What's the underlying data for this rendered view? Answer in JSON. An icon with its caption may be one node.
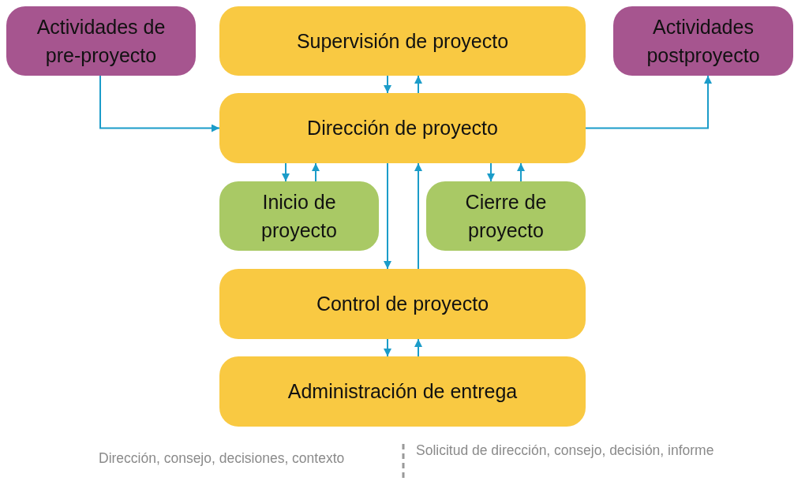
{
  "diagram": {
    "nodes": [
      {
        "text": [
          "Actividades de pre-proyecto"
        ]
      },
      {
        "text": [
          "Supervisión de proyecto"
        ]
      },
      {
        "text": [
          "Actividades postproyecto"
        ]
      },
      {
        "text": [
          "Dirección de proyecto"
        ]
      },
      {
        "text": [
          "Inicio de proyecto"
        ]
      },
      {
        "text": [
          "Cierre de proyecto"
        ]
      },
      {
        "text": [
          "Control de proyecto"
        ]
      },
      {
        "text": [
          "Administración de entrega"
        ]
      }
    ],
    "edges": [
      {
        "from": 1,
        "to": 3,
        "arrow": "to"
      },
      {
        "from": 3,
        "to": 1,
        "arrow": "to"
      },
      {
        "from": 0,
        "to": 3,
        "arrow": "to"
      },
      {
        "from": 3,
        "to": 2,
        "arrow": "to"
      },
      {
        "from": 3,
        "to": 4,
        "arrow": "to"
      },
      {
        "from": 4,
        "to": 3,
        "arrow": "to"
      },
      {
        "from": 3,
        "to": 5,
        "arrow": "to"
      },
      {
        "from": 5,
        "to": 3,
        "arrow": "to"
      },
      {
        "from": 3,
        "to": 6,
        "arrow": "to"
      },
      {
        "from": 6,
        "to": 3,
        "arrow": "to"
      },
      {
        "from": 6,
        "to": 7,
        "arrow": "to"
      },
      {
        "from": 7,
        "to": 6,
        "arrow": "to"
      }
    ],
    "labels": [
      "Dirección, consejo, decisiones, contexto",
      "Solicitud de dirección, consejo, decisión, informe"
    ]
  }
}
